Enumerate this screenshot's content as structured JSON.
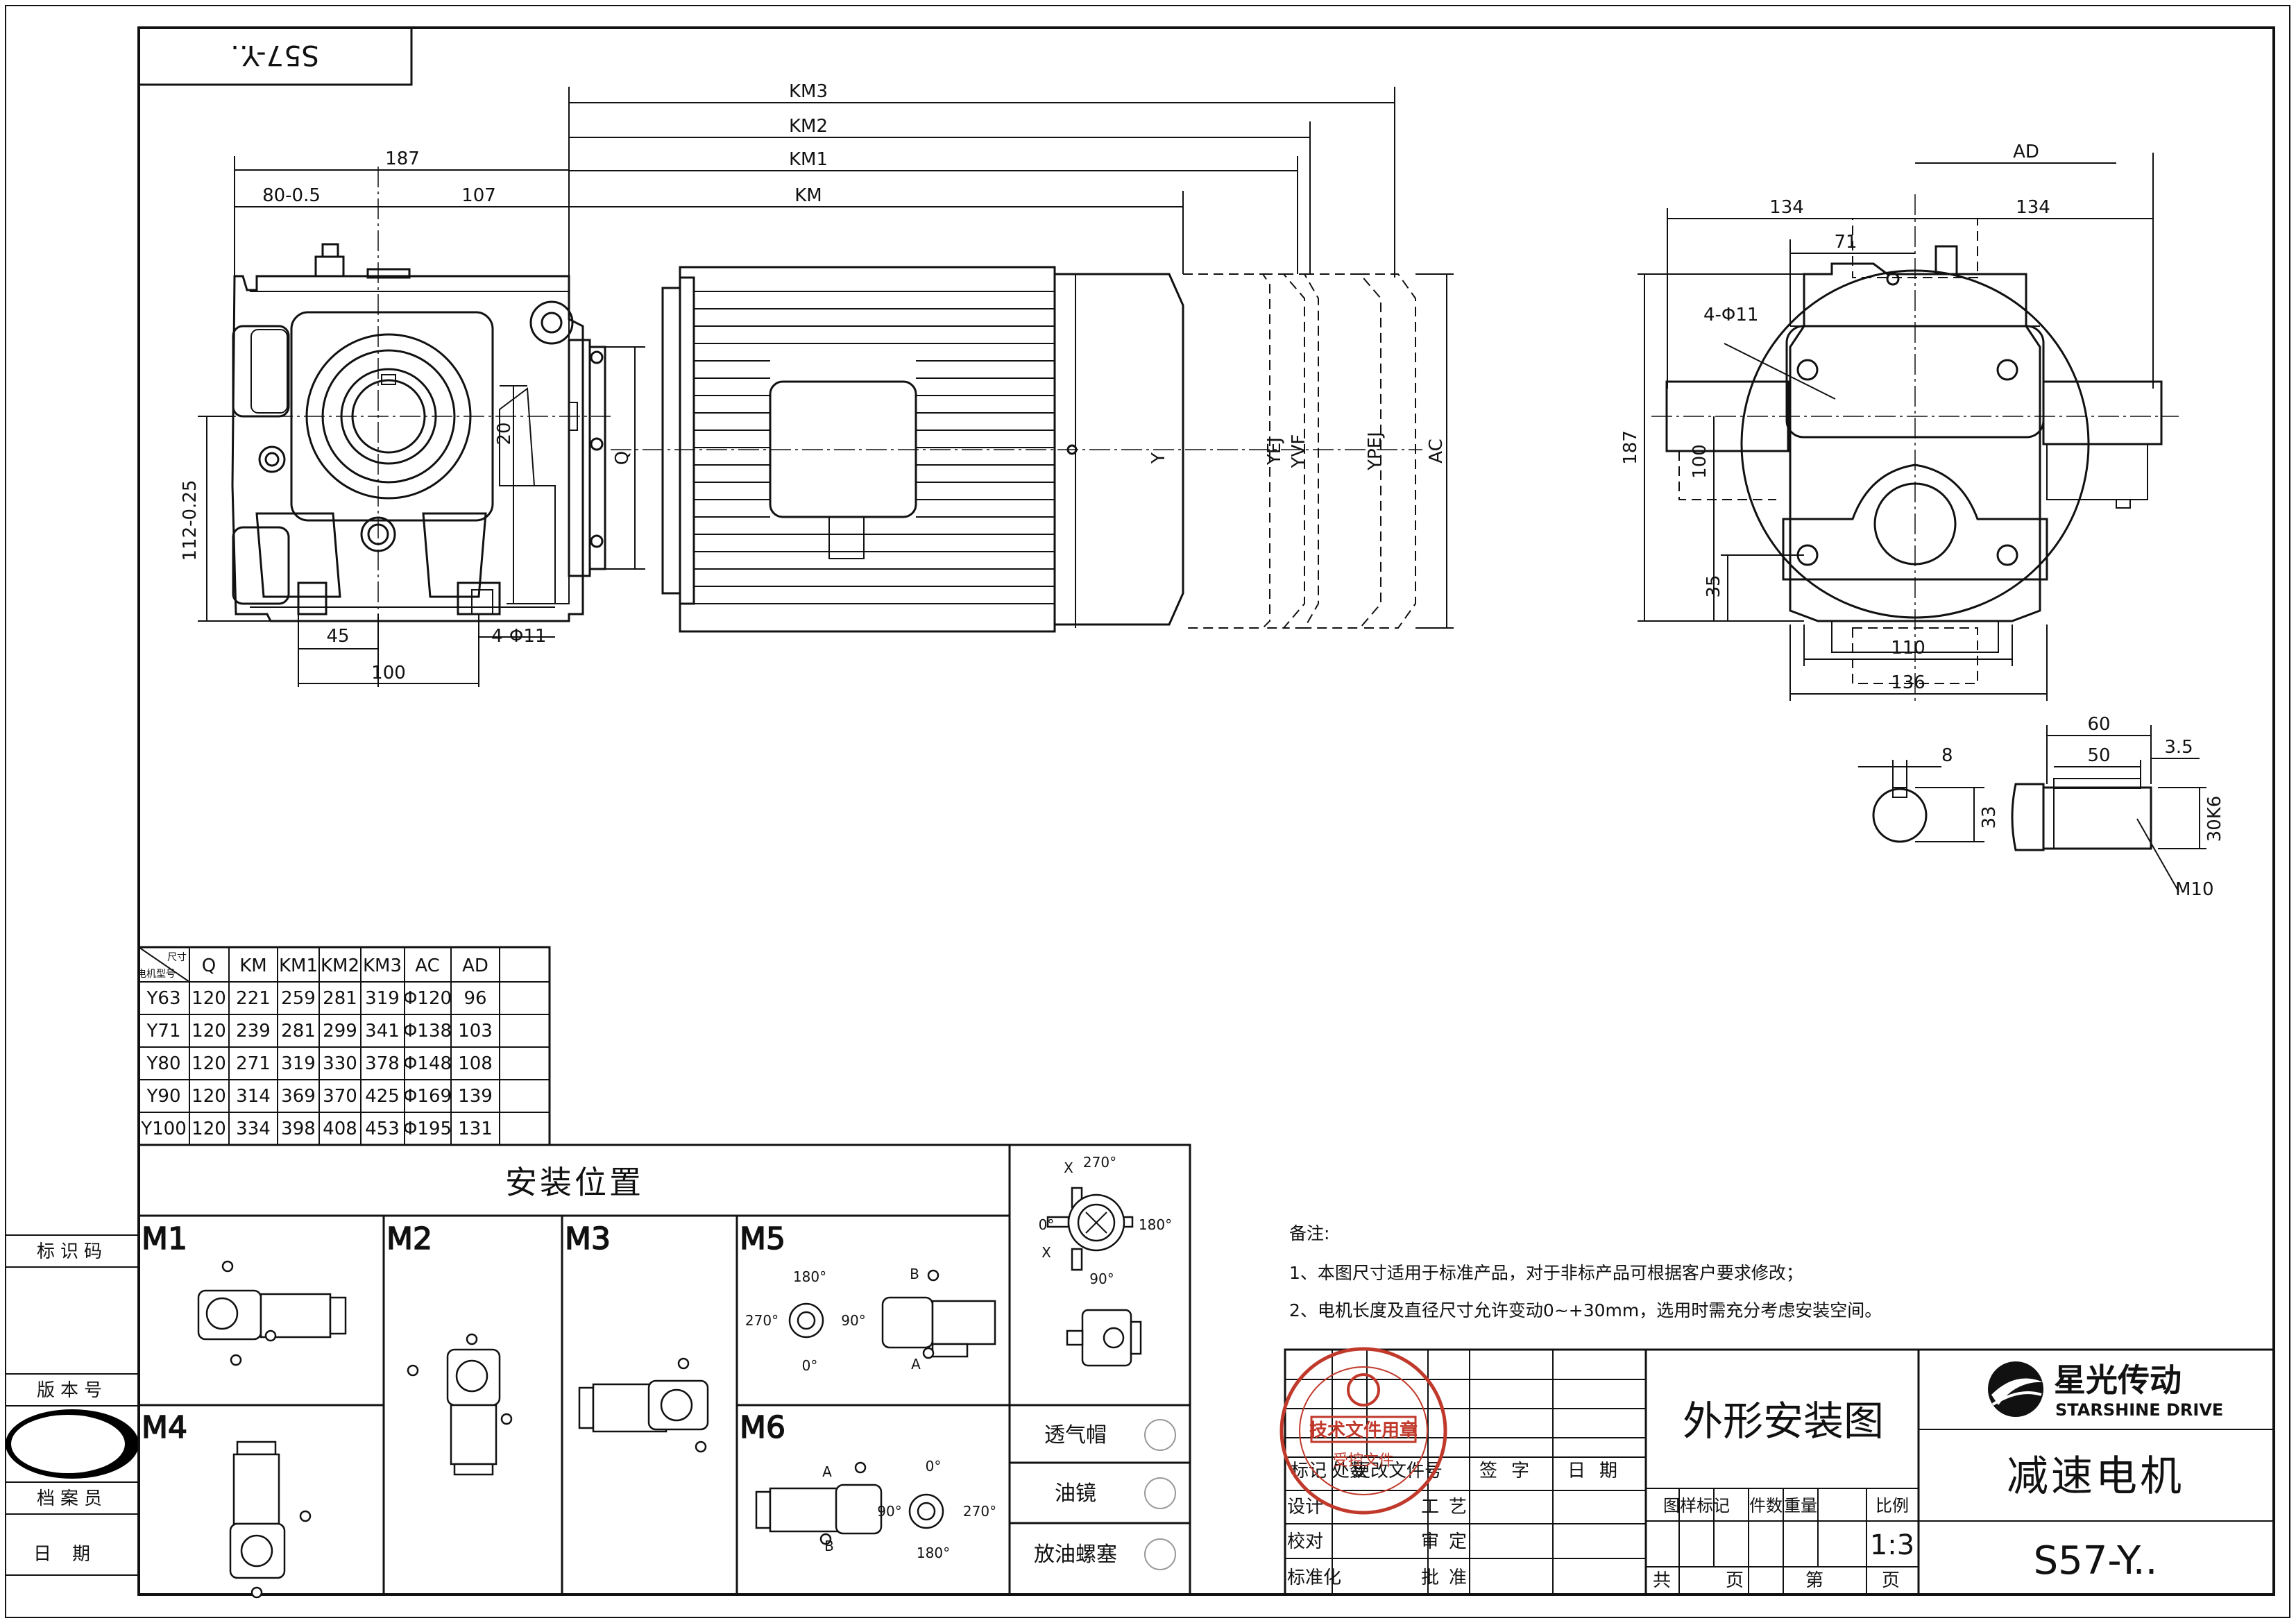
{
  "drawing": {
    "mirrored_label": "S57-Y..",
    "model": "S57-Y..",
    "drawing_name": "外形安装图",
    "product_name": "减速电机",
    "scale": "1:3",
    "company_name": "星光传动",
    "company_en": "STARSHINE DRIVE"
  },
  "side_view": {
    "dims": {
      "d187": "187",
      "d80": "80-0.5",
      "d107": "107",
      "km3": "KM3",
      "km2": "KM2",
      "km1": "KM1",
      "km": "KM",
      "d112": "112-0.25",
      "d20": "20",
      "q": "Q",
      "d45": "45",
      "d100": "100",
      "holes": "4-Φ11",
      "y": "Y",
      "yej": "YEJ",
      "yvf": "YVF",
      "ypej": "YPEJ",
      "ac": "AC"
    }
  },
  "front_view": {
    "dims": {
      "ad": "AD",
      "d134l": "134",
      "d134r": "134",
      "d71": "71",
      "holes": "4-Φ11",
      "d187": "187",
      "d100": "100",
      "d35": "35",
      "d110": "110",
      "d136": "136"
    }
  },
  "shaft_detail": {
    "d8": "8",
    "d33": "33",
    "d60": "60",
    "d50": "50",
    "d35": "3.5",
    "d30k6": "30K6",
    "m10": "M10"
  },
  "dim_table": {
    "corner_top": "尺寸",
    "corner_bottom": "电机型号",
    "headers": [
      "Q",
      "KM",
      "KM1",
      "KM2",
      "KM3",
      "AC",
      "AD"
    ],
    "rows": [
      [
        "Y63",
        "120",
        "221",
        "259",
        "281",
        "319",
        "Φ120",
        "96"
      ],
      [
        "Y71",
        "120",
        "239",
        "281",
        "299",
        "341",
        "Φ138",
        "103"
      ],
      [
        "Y80",
        "120",
        "271",
        "319",
        "330",
        "378",
        "Φ148",
        "108"
      ],
      [
        "Y90",
        "120",
        "314",
        "369",
        "370",
        "425",
        "Φ169",
        "139"
      ],
      [
        "Y100",
        "120",
        "334",
        "398",
        "408",
        "453",
        "Φ195",
        "131"
      ]
    ]
  },
  "mounting": {
    "title": "安装位置",
    "positions": [
      "M1",
      "M2",
      "M3",
      "M4",
      "M5",
      "M6"
    ],
    "angles": {
      "a270": "270°",
      "a0": "0°",
      "a180": "180°",
      "a90": "90°"
    },
    "m5_angles": {
      "top": "180°",
      "left": "270°",
      "right": "90°",
      "bottom": "0°"
    },
    "m6_angles": {
      "top": "0°",
      "left": "90°",
      "right": "270°",
      "bottom": "180°"
    },
    "labels": {
      "a": "A",
      "b": "B",
      "x": "X"
    },
    "legend": [
      "透气帽",
      "油镜",
      "放油螺塞"
    ]
  },
  "notes": {
    "heading": "备注:",
    "items": [
      "1、本图尺寸适用于标准产品，对于非标产品可根据客户要求修改；",
      "2、电机长度及直径尺寸允许变动0~+30mm，选用时需充分考虑安装空间。"
    ]
  },
  "stamp": {
    "title": "技术文件用章",
    "subtitle": "受控文件"
  },
  "title_block": {
    "revision_headers": [
      "标记",
      "处数",
      "更改文件号",
      "签字",
      "日期"
    ],
    "roles_left": [
      "设计",
      "校对",
      "标准化"
    ],
    "roles_right": [
      "工艺",
      "审定",
      "批准"
    ],
    "attr_headers": [
      "图样标记",
      "件数",
      "重量",
      "比例"
    ],
    "sheet_labels": [
      "共",
      "页",
      "第",
      "页"
    ]
  },
  "left_panel": {
    "labels": [
      "标识码",
      "版本号",
      "档案员",
      "日期"
    ]
  }
}
